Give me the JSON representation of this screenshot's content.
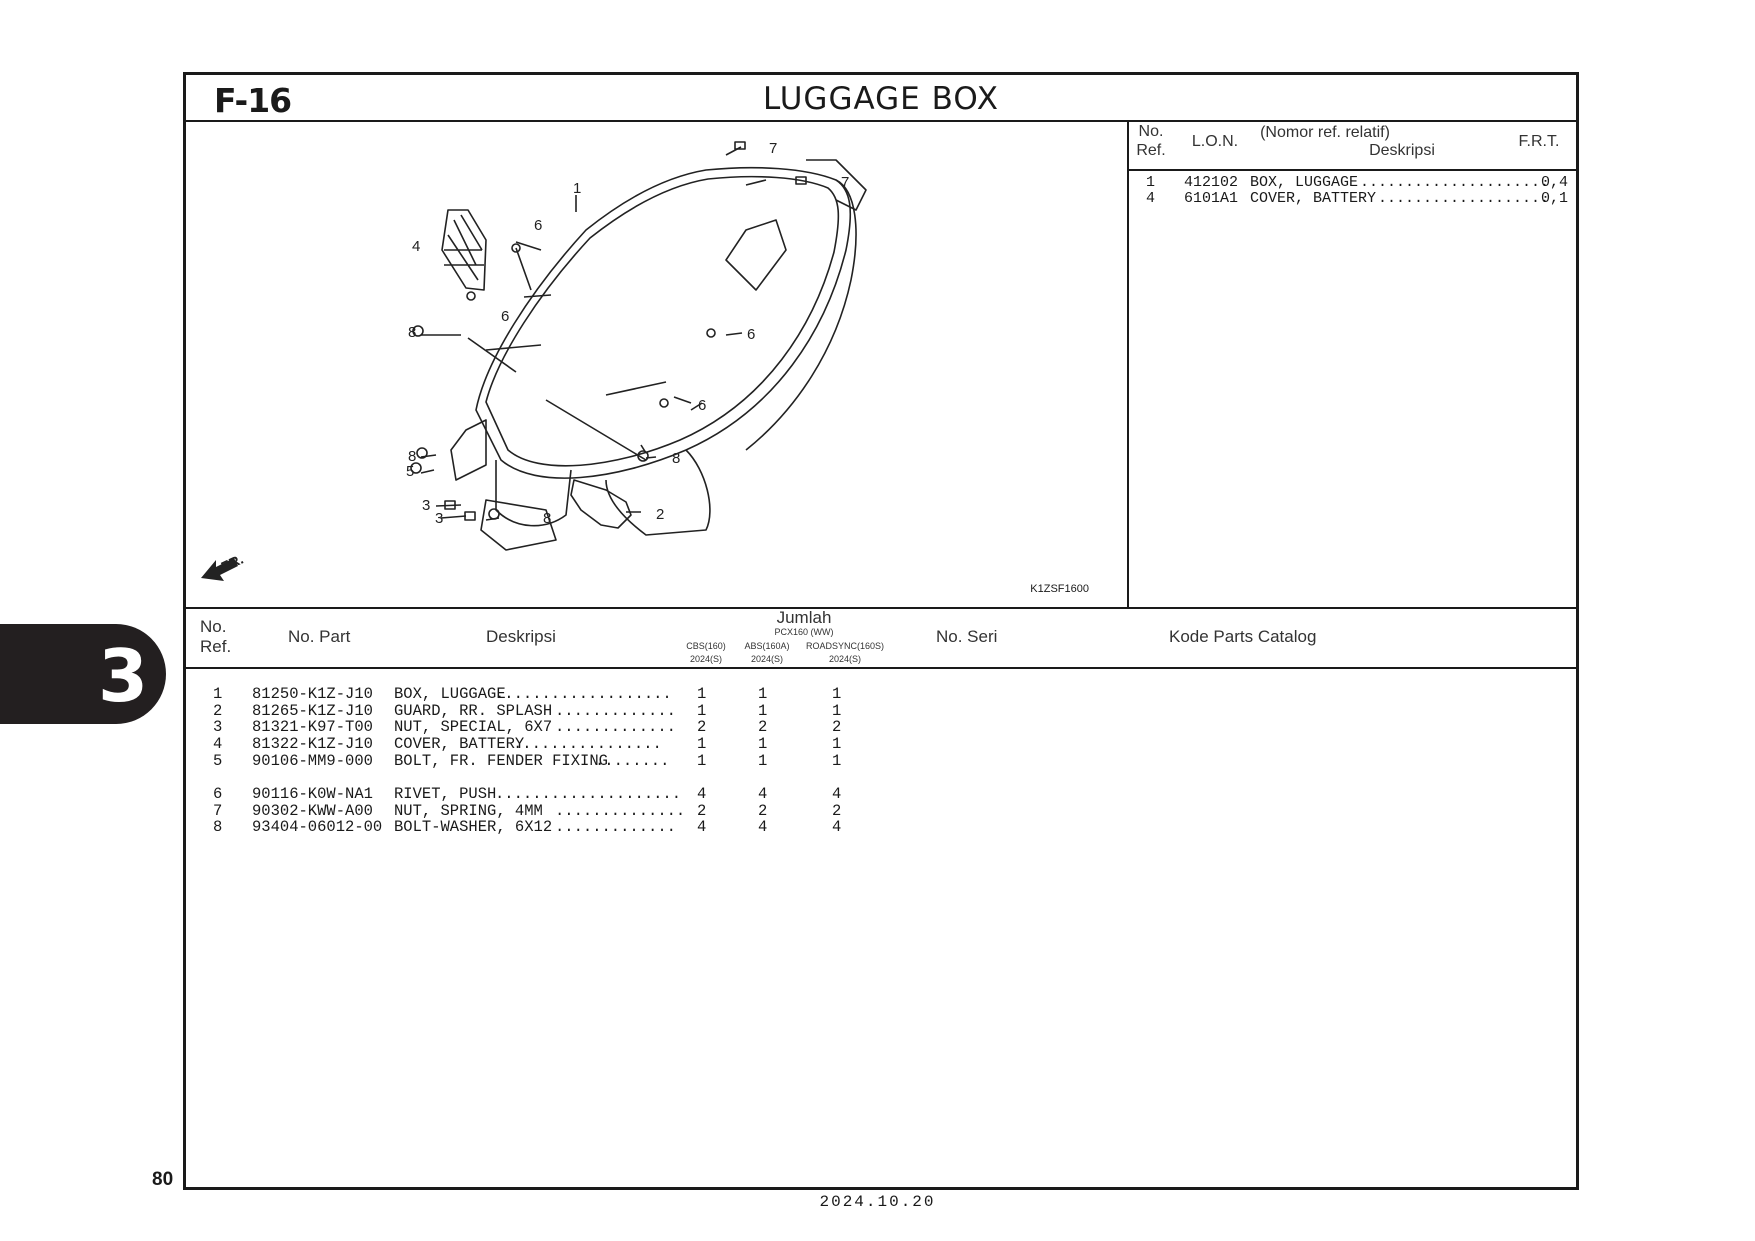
{
  "header": {
    "section": "F-16",
    "title": "LUGGAGE BOX"
  },
  "diagram": {
    "code": "K1ZSF1600",
    "front_mark": "FR.",
    "callouts": [
      "1",
      "2",
      "3",
      "3",
      "4",
      "5",
      "6",
      "6",
      "6",
      "6",
      "7",
      "7",
      "8",
      "8",
      "8",
      "8"
    ]
  },
  "frt_table": {
    "headers": {
      "no": "No.",
      "ref": "Ref.",
      "lon": "L.O.N.",
      "nomor": "(Nomor ref. relatif)",
      "desk": "Deskripsi",
      "frt": "F.R.T."
    },
    "rows": [
      {
        "no": "1",
        "lon": "412102",
        "desc": "BOX, LUGGAGE",
        "dots": ".....................",
        "frt": "0,4"
      },
      {
        "no": "4",
        "lon": "6101A1",
        "desc": "COVER, BATTERY",
        "dots": "...................",
        "frt": "0,1"
      }
    ]
  },
  "parts_table": {
    "headers": {
      "no": "No.",
      "ref": "Ref.",
      "part": "No. Part",
      "desc": "Deskripsi",
      "jumlah": "Jumlah",
      "model": "PCX160 (WW)",
      "c1": "CBS(160)",
      "c1y": "2024(S)",
      "c2": "ABS(160A)",
      "c2y": "2024(S)",
      "c3": "ROADSYNC(160S)",
      "c3y": "2024(S)",
      "seri": "No. Seri",
      "kode": "Kode Parts Catalog"
    },
    "rows": [
      {
        "ref": "1",
        "part": "81250-K1Z-J10",
        "desc": "BOX, LUGGAGE",
        "dots": "...................",
        "q1": "1",
        "q2": "1",
        "q3": "1"
      },
      {
        "ref": "2",
        "part": "81265-K1Z-J10",
        "desc": "GUARD, RR. SPLASH",
        "dots": ".............",
        "q1": "1",
        "q2": "1",
        "q3": "1"
      },
      {
        "ref": "3",
        "part": "81321-K97-T00",
        "desc": "NUT, SPECIAL, 6X7",
        "dots": ".............",
        "q1": "2",
        "q2": "2",
        "q3": "2"
      },
      {
        "ref": "4",
        "part": "81322-K1Z-J10",
        "desc": "COVER, BATTERY",
        "dots": "................",
        "q1": "1",
        "q2": "1",
        "q3": "1"
      },
      {
        "ref": "5",
        "part": "90106-MM9-000",
        "desc": "BOLT, FR. FENDER FIXING",
        "dots": "........",
        "q1": "1",
        "q2": "1",
        "q3": "1"
      },
      {
        "ref": "6",
        "part": "90116-K0W-NA1",
        "desc": "RIVET, PUSH",
        "dots": "....................",
        "q1": "4",
        "q2": "4",
        "q3": "4"
      },
      {
        "ref": "7",
        "part": "90302-KWW-A00",
        "desc": "NUT, SPRING, 4MM",
        "dots": "..............",
        "q1": "2",
        "q2": "2",
        "q3": "2"
      },
      {
        "ref": "8",
        "part": "93404-06012-00",
        "desc": "BOLT-WASHER, 6X12",
        "dots": ".............",
        "q1": "4",
        "q2": "4",
        "q3": "4"
      }
    ]
  },
  "side_tab": "3",
  "page_number": "80",
  "date": "2024.10.20"
}
